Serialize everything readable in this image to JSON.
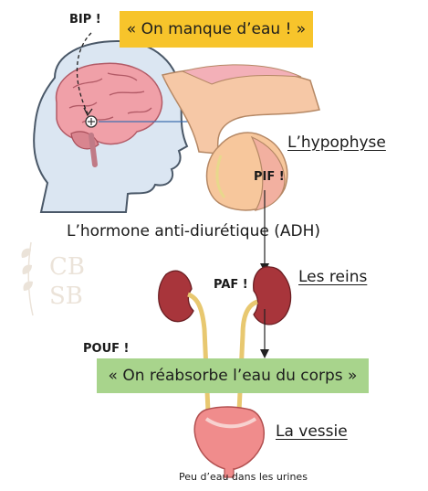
{
  "labels": {
    "bip": "BIP !",
    "pif": "PIF !",
    "paf": "PAF !",
    "pouf": "POUF !",
    "hypophyse": "L’hypophyse",
    "hormone": "L’hormone anti-diurétique (ADH)",
    "reins": "Les reins",
    "vessie": "La vessie",
    "caption": "Peu d’eau dans les urines"
  },
  "banners": {
    "top": "« On manque d’eau ! »",
    "bottom": "« On réabsorbe l’eau du corps »"
  },
  "logo": {
    "line1": "CB",
    "line2": "SB"
  },
  "colors": {
    "banner_top": "#f7c42b",
    "banner_bottom": "#a8d48c",
    "skin": "#dbe6f2",
    "brain": "#f0a0a8",
    "pituitary": "#f6c8a6",
    "kidney": "#a8353b",
    "ureter": "#e8c870",
    "bladder": "#f08c8c"
  }
}
